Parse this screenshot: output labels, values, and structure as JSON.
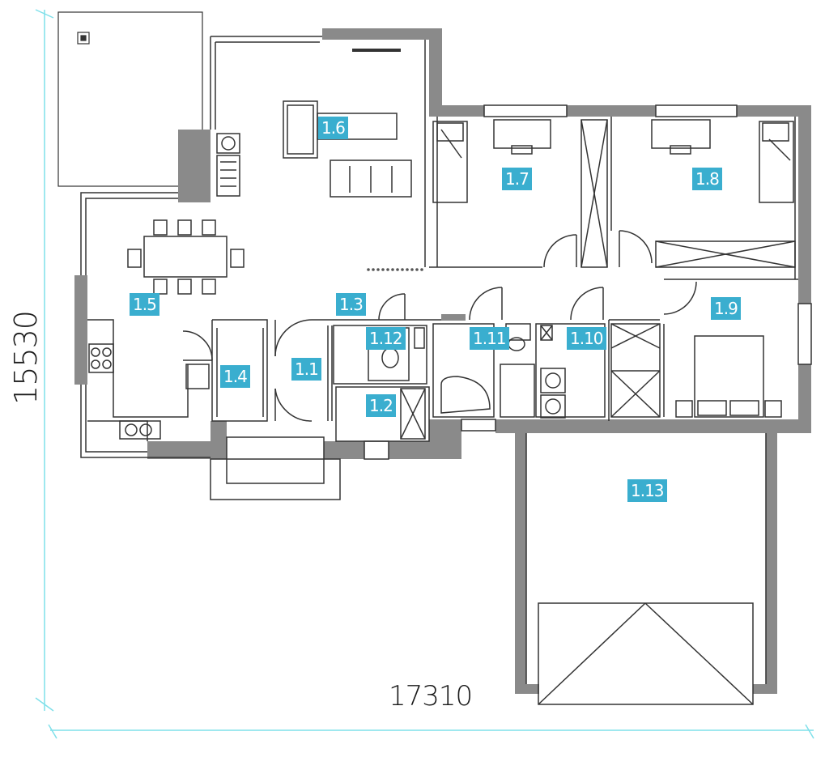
{
  "colors": {
    "wall": "#8a8a8a",
    "line": "#333333",
    "label_bg": "#3aaecf",
    "label_text": "#ffffff",
    "dimension": "#7fe0ea"
  },
  "dimensions": {
    "width": "17310",
    "height": "15530"
  },
  "rooms": [
    {
      "id": "1.1",
      "label": "1.1"
    },
    {
      "id": "1.2",
      "label": "1.2"
    },
    {
      "id": "1.3",
      "label": "1.3"
    },
    {
      "id": "1.4",
      "label": "1.4"
    },
    {
      "id": "1.5",
      "label": "1.5"
    },
    {
      "id": "1.6",
      "label": "1.6"
    },
    {
      "id": "1.7",
      "label": "1.7"
    },
    {
      "id": "1.8",
      "label": "1.8"
    },
    {
      "id": "1.9",
      "label": "1.9"
    },
    {
      "id": "1.10",
      "label": "1.10"
    },
    {
      "id": "1.11",
      "label": "1.11"
    },
    {
      "id": "1.12",
      "label": "1.12"
    },
    {
      "id": "1.13",
      "label": "1.13"
    }
  ]
}
